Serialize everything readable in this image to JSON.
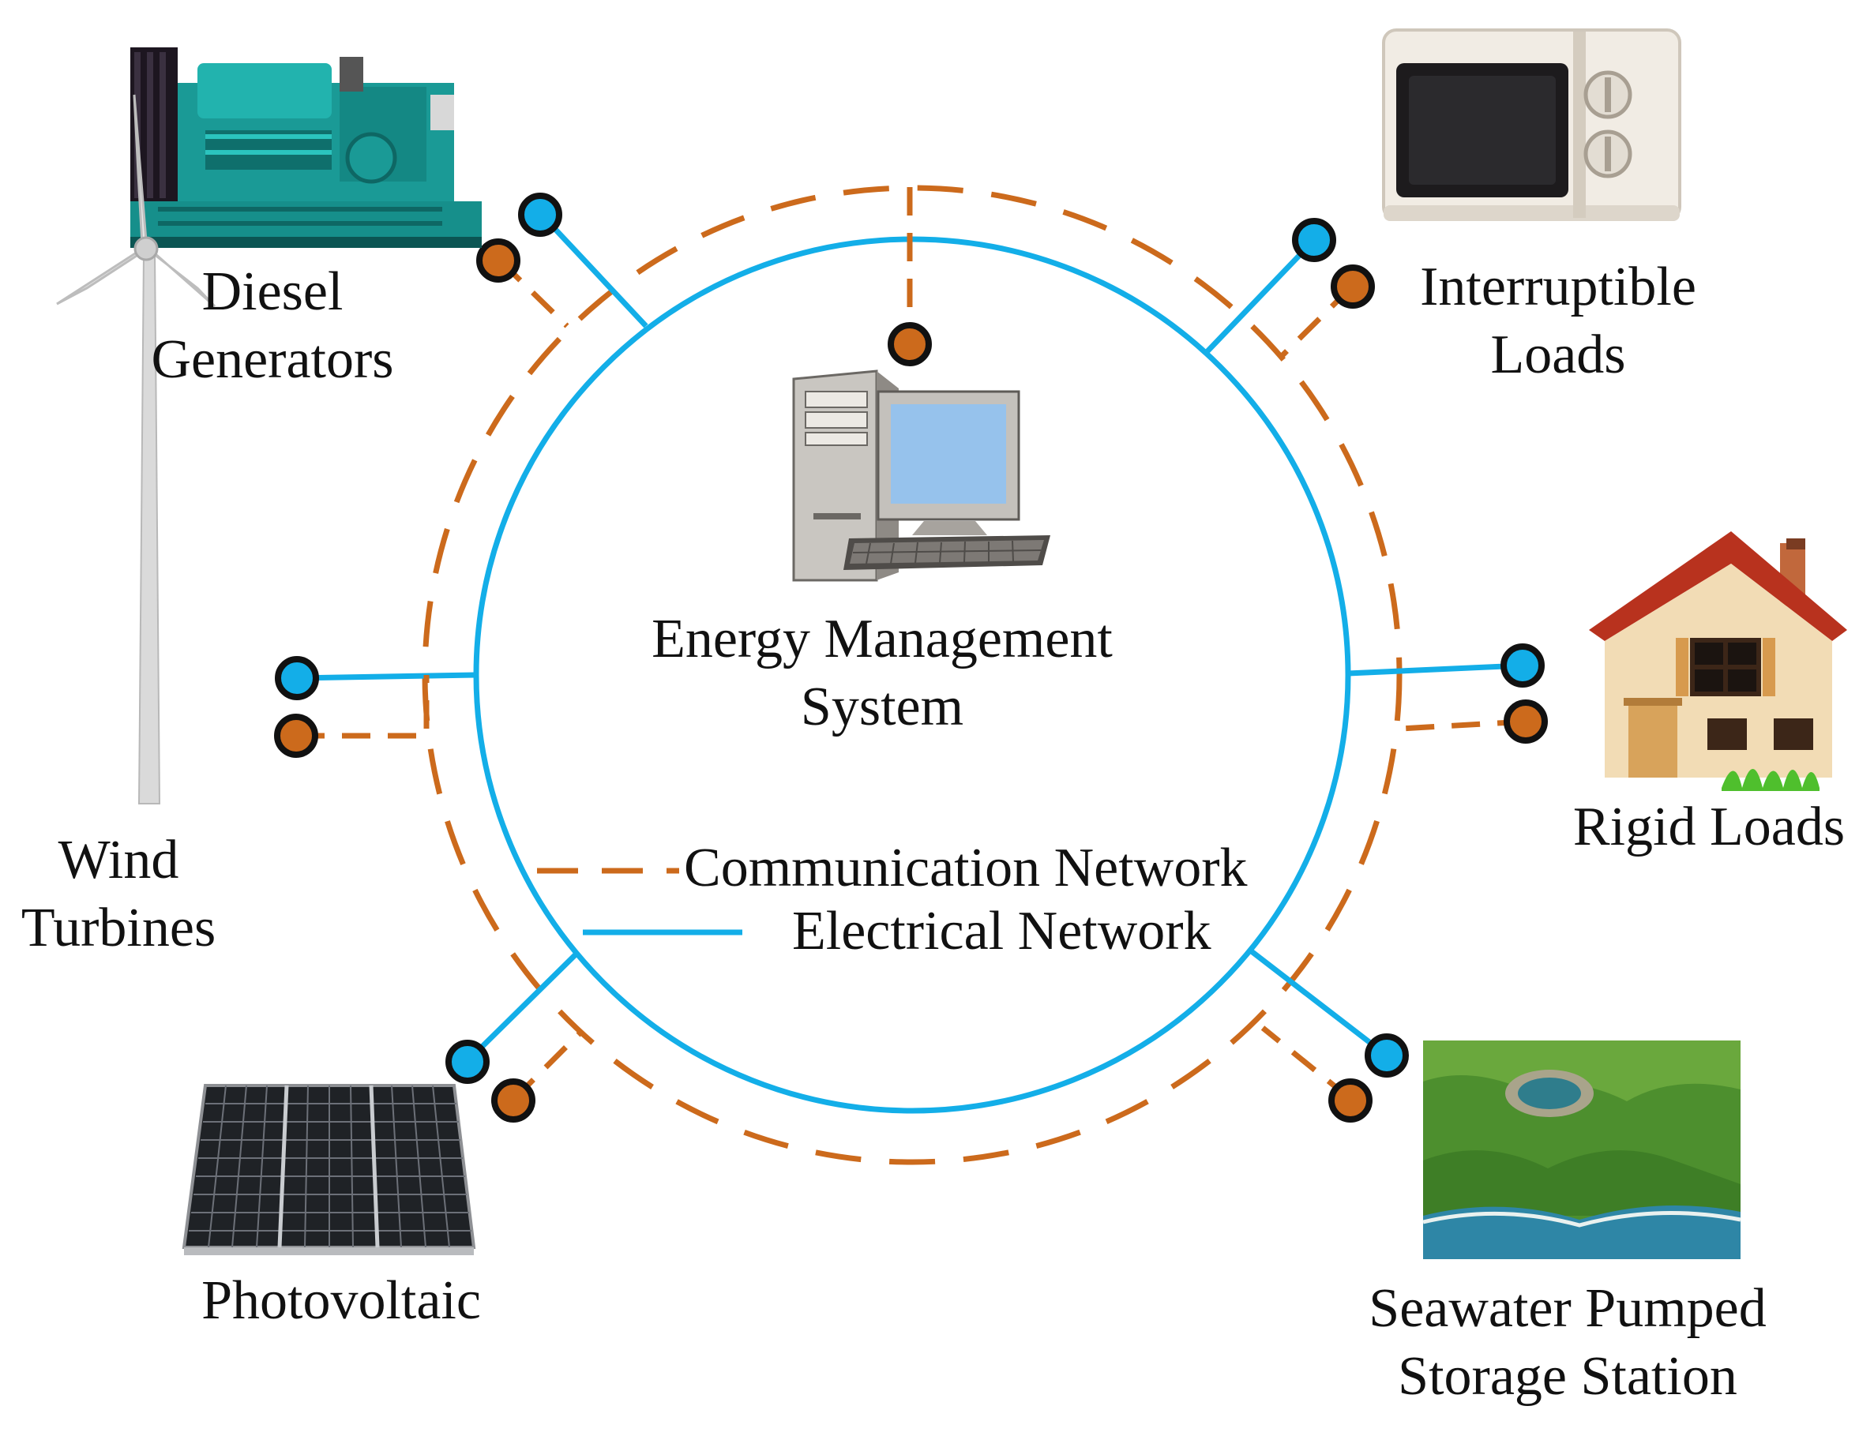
{
  "colors": {
    "electrical": "#13aee8",
    "communication": "#cc6a1c",
    "node_outline": "#111111",
    "text": "#111111"
  },
  "center": {
    "label_line1": "Energy Management",
    "label_line2": "System",
    "icon": "desktop-computer-icon"
  },
  "legend": {
    "communication": "Communication Network",
    "electrical": "Electrical Network"
  },
  "components": {
    "diesel": {
      "line1": "Diesel",
      "line2": "Generators",
      "icon": "diesel-generator-icon"
    },
    "interruptible": {
      "line1": "Interruptible",
      "line2": "Loads",
      "icon": "microwave-oven-icon"
    },
    "wind": {
      "line1": "Wind",
      "line2": "Turbines",
      "icon": "wind-turbine-icon"
    },
    "rigid": {
      "line1": "Rigid Loads",
      "icon": "house-icon"
    },
    "pv": {
      "line1": "Photovoltaic",
      "icon": "solar-panel-icon"
    },
    "pumped": {
      "line1": "Seawater Pumped",
      "line2": "Storage Station",
      "icon": "coastal-reservoir-icon"
    }
  }
}
